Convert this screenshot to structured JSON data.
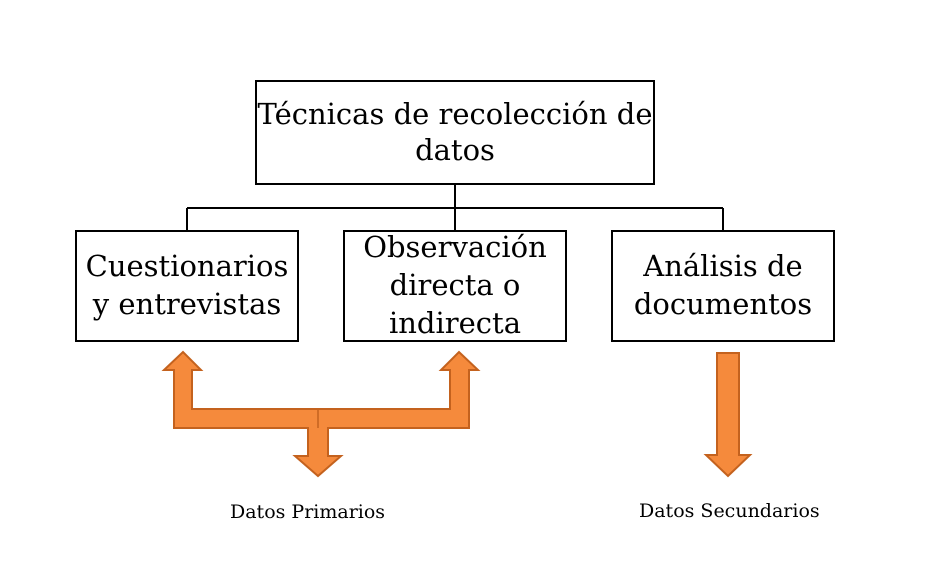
{
  "root": {
    "label": "Técnicas de recolección de datos"
  },
  "children": [
    {
      "label": "Cuestionarios y entrevistas"
    },
    {
      "label": "Observación directa o indirecta"
    },
    {
      "label": "Análisis de documentos"
    }
  ],
  "captions": {
    "primary": "Datos Primarios",
    "secondary": "Datos Secundarios"
  },
  "colors": {
    "arrow_fill": "#f58a3c",
    "arrow_stroke": "#c4621e",
    "line": "#000000"
  }
}
